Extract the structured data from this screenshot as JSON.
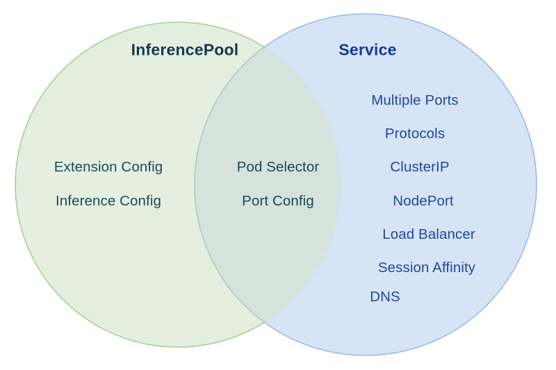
{
  "diagram": {
    "type": "venn",
    "background_color": "#ffffff",
    "left_set": {
      "title": "InferencePool",
      "title_color": "#16394a",
      "fill_color": "#e4efdf",
      "stroke_color": "#a9cf9a",
      "text_color": "#1f4b55",
      "items": [
        "Extension Config",
        "Inference Config"
      ]
    },
    "right_set": {
      "title": "Service",
      "title_color": "#17389c",
      "fill_color": "#d4e2f5",
      "stroke_color": "#9cb9e8",
      "text_color": "#20489e",
      "items": [
        "Multiple Ports",
        "Protocols",
        "ClusterIP",
        "NodePort",
        "Load Balancer",
        "Session Affinity",
        "DNS"
      ]
    },
    "intersection": {
      "fill_color": "#d5e3dc",
      "text_color": "#1f4754",
      "items": [
        "Pod Selector",
        "Port Config"
      ]
    }
  }
}
